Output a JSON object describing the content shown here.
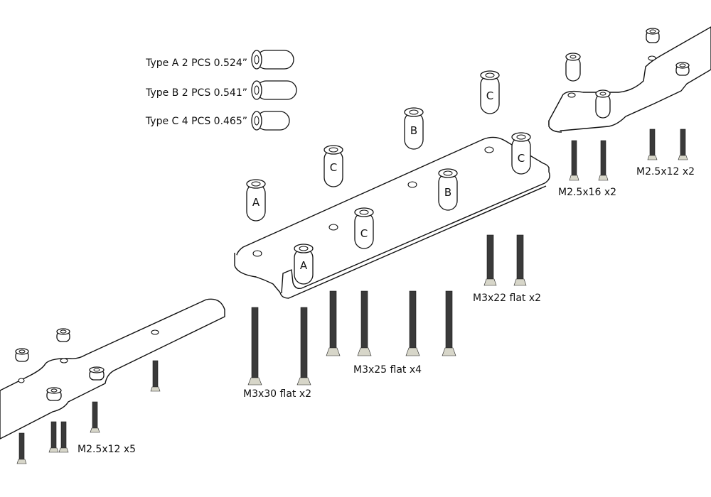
{
  "legend": [
    {
      "type": "A",
      "qty": "2 PCS",
      "length": "0.524”",
      "text": "Type A 2 PCS 0.524”"
    },
    {
      "type": "B",
      "qty": "2 PCS",
      "length": "0.541”",
      "text": "Type B 2 PCS 0.541”"
    },
    {
      "type": "C",
      "qty": "4 PCS",
      "length": "0.465”",
      "text": "Type C 4 PCS  0.465”"
    }
  ],
  "spacer_letters": {
    "a1": "A",
    "a2": "A",
    "b1": "B",
    "b2": "B",
    "c1": "C",
    "c2": "C",
    "c3": "C",
    "c4": "C"
  },
  "screw_labels": {
    "m3x30": "M3x30 flat x2",
    "m3x25": "M3x25 flat x4",
    "m3x22": "M3x22 flat x2",
    "m25x16": "M2.5x16 x2",
    "m25x12_right": "M2.5x12 x2",
    "m25x12_left": "M2.5x12 x5"
  }
}
